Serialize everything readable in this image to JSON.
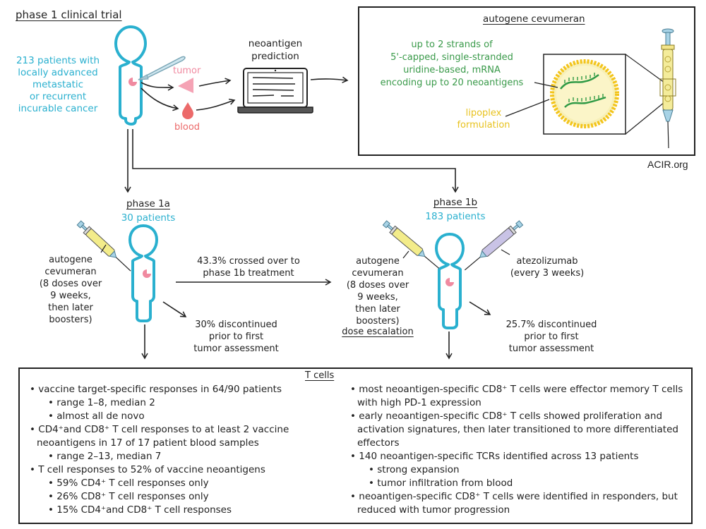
{
  "title": "phase 1 clinical trial",
  "enrollment": {
    "patients_text": "213 patients with locally advanced metastatic or recurrent incurable cancer",
    "lines": [
      "213 patients with",
      "locally advanced",
      "metastatic",
      "or recurrent",
      "incurable cancer"
    ],
    "tumor_label": "tumor",
    "blood_label": "blood",
    "prediction_lines": [
      "neoantigen",
      "prediction"
    ]
  },
  "vaccine_panel": {
    "title": "autogene cevumeran",
    "mrna_lines": [
      "up to 2 strands of",
      "5'-capped, single-stranded",
      "uridine-based, mRNA",
      "encoding  up to 20 neoantigens"
    ],
    "lipoplex_lines": [
      "lipoplex",
      "formulation"
    ],
    "credit": "ACIR.org"
  },
  "phase1a": {
    "title": "phase 1a",
    "patients": "30 patients",
    "drug_lines": [
      "autogene",
      "cevumeran",
      "(8 doses over",
      "9 weeks,",
      "then later",
      "boosters)"
    ],
    "crossover_lines": [
      "43.3% crossed over to",
      "phase 1b treatment"
    ],
    "discontinued_lines": [
      "30% discontinued",
      "prior to first",
      "tumor assessment"
    ]
  },
  "phase1b": {
    "title": "phase 1b",
    "patients": "183 patients",
    "drug_lines": [
      "autogene",
      "cevumeran",
      "(8 doses over",
      "9 weeks,",
      "then later",
      "boosters)"
    ],
    "dose_label": "dose escalation",
    "combo_lines": [
      "atezolizumab",
      "(every 3 weeks)"
    ],
    "discontinued_lines": [
      "25.7% discontinued",
      "prior to first",
      "tumor assessment"
    ]
  },
  "tcells": {
    "title": "T cells",
    "left": [
      {
        "level": 1,
        "text": "vaccine  target-specific responses in 64/90 patients"
      },
      {
        "level": 2,
        "text": "range 1–8,  median 2"
      },
      {
        "level": 2,
        "text": "almost all de novo"
      },
      {
        "level": 1,
        "text": "CD4⁺and  CD8⁺ T cell  responses to at least 2 vaccine neoantigens in 17 of 17 patient  blood  samples"
      },
      {
        "level": 2,
        "text": "range 2–13,  median 7"
      },
      {
        "level": 1,
        "text": "T cell  responses to 52% of  vaccine  neoantigens"
      },
      {
        "level": 2,
        "text": "59% CD4⁺ T cell  responses only"
      },
      {
        "level": 2,
        "text": "26% CD8⁺  T cell  responses only"
      },
      {
        "level": 2,
        "text": "15%  CD4⁺and  CD8⁺ T cell  responses"
      }
    ],
    "right": [
      {
        "level": 1,
        "text": "most neoantigen-specific  CD8⁺ T cells were effector memory T cells  with  high  PD-1 expression"
      },
      {
        "level": 1,
        "text": "early neoantigen-specific  CD8⁺ T cells showed proliferation and activation signatures, then later transitioned  to more differentiated effectors"
      },
      {
        "level": 1,
        "text": "140 neoantigen-specific TCRs identified  across  13 patients"
      },
      {
        "level": 2,
        "text": "strong expansion"
      },
      {
        "level": 2,
        "text": "tumor  infiltration  from  blood"
      },
      {
        "level": 1,
        "text": "neoantigen-specific  CD8⁺ T cells were identified in responders, but reduced  with tumor progression"
      }
    ]
  },
  "colors": {
    "teal": "#2ab0cf",
    "green": "#3a9a4a",
    "yellow": "#e8c21e",
    "pink": "#f08aa0",
    "red": "#ec6a6a",
    "lavender": "#c9c3e6",
    "syringe_yellow": "#f3ec8a"
  }
}
